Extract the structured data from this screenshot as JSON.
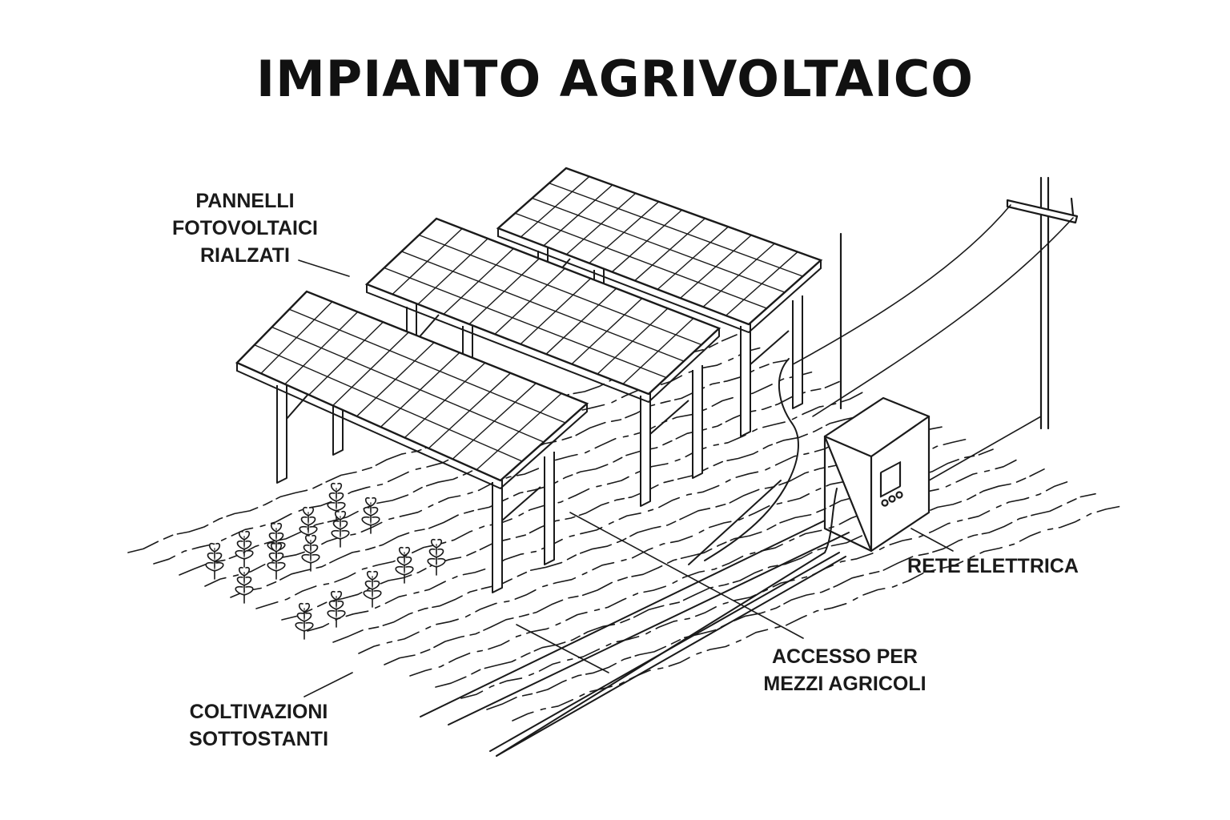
{
  "title": "IMPIANTO AGRIVOLTAICO",
  "labels": {
    "panels": [
      "PANNELLI",
      "FOTOVOLTAICI",
      "RIALZATI"
    ],
    "crops": [
      "COLTIVAZIONI",
      "SOTTOSTANTI"
    ],
    "access": [
      "ACCESSO PER",
      "MEZZI AGRICOLI"
    ],
    "grid": [
      "RETE ELETTRICA"
    ]
  },
  "colors": {
    "ink": "#1a1a1a",
    "background": "#ffffff"
  },
  "icons": [
    "solar-panel-icon",
    "crop-plant-icon",
    "inverter-cabinet-icon",
    "utility-pole-icon"
  ]
}
